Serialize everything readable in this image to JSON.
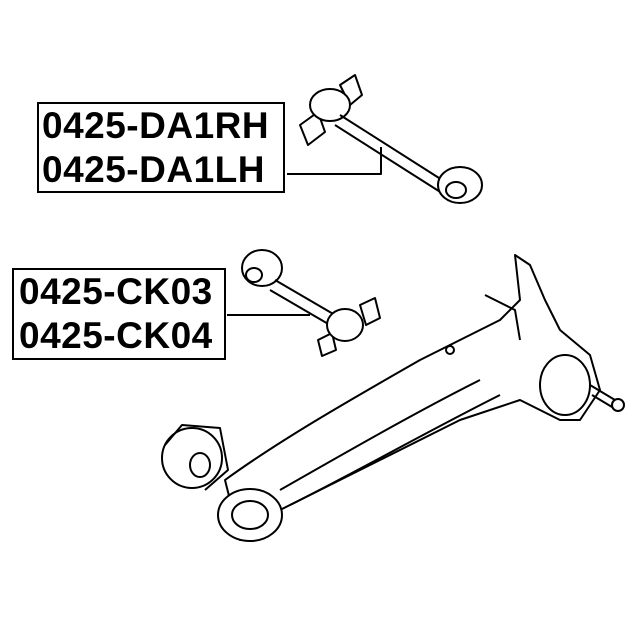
{
  "labels": {
    "group1": [
      "0425-DA1RH",
      "0425-DA1LH"
    ],
    "group2": [
      "0425-CK03",
      "0425-CK04"
    ]
  },
  "colors": {
    "ink": "#000000",
    "background": "#ffffff"
  }
}
